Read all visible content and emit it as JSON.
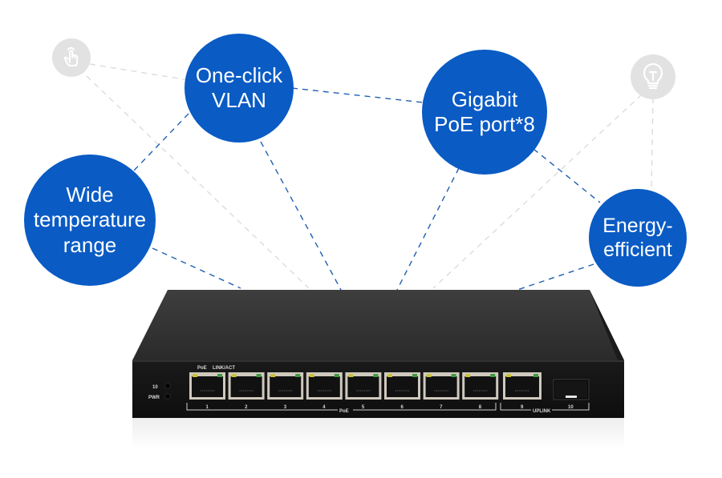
{
  "features": [
    {
      "id": "one-click-vlan",
      "lines": [
        "One-click",
        "VLAN"
      ]
    },
    {
      "id": "gigabit-poe",
      "lines": [
        "Gigabit",
        "PoE port*8"
      ]
    },
    {
      "id": "wide-temperature",
      "lines": [
        "Wide",
        "temperature",
        "range"
      ]
    },
    {
      "id": "energy-efficient",
      "lines": [
        "Energy-",
        "efficient"
      ]
    }
  ],
  "icons": [
    {
      "name": "hand-pointer-icon"
    },
    {
      "name": "lightbulb-icon"
    }
  ],
  "colors": {
    "bubble": "#0a5bc4",
    "bubble_text": "#ffffff",
    "dashed_blue": "#1f5fb3",
    "dashed_gray": "#dcdcdc",
    "icon_bg": "#e2e2e2",
    "switch_body": "#1c1c1c",
    "led_yellow": "#c8c23a",
    "led_green": "#3f9a3f"
  },
  "switch": {
    "led_labels": {
      "poe": "PoE",
      "link": "LINK/ACT"
    },
    "status_labels": {
      "ten": "10",
      "pwr": "PWR"
    },
    "poe_ports": [
      "1",
      "2",
      "3",
      "4",
      "5",
      "6",
      "7",
      "8"
    ],
    "poe_group_label": "PoE",
    "uplink_ports": [
      "9",
      "10"
    ],
    "uplink_group_label": "UPLINK"
  }
}
